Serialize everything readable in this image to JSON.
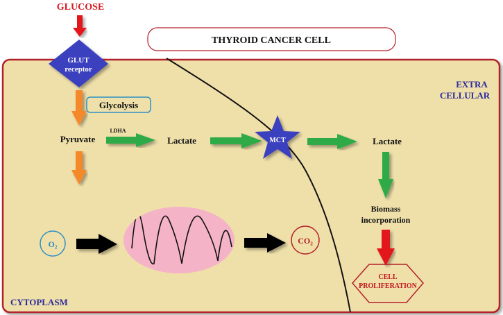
{
  "labels": {
    "glucose": "GLUCOSE",
    "title": "THYROID CANCER CELL",
    "glut_line1": "GLUT",
    "glut_line2": "receptor",
    "glycolysis": "Glycolysis",
    "pyruvate": "Pyruvate",
    "ldha": "LDHA",
    "lactate_inner": "Lactate",
    "mct": "MCT",
    "lactate_outer": "Lactate",
    "extra_line1": "EXTRA",
    "extra_line2": "CELLULAR",
    "biomass_line1": "Biomass",
    "biomass_line2": "incorporation",
    "o2": "O₂",
    "co2": "CO₂",
    "cell_line1": "CELL",
    "cell_line2": "PROLIFERATION",
    "cytoplasm": "CYTOPLASM"
  },
  "colors": {
    "cell_fill": "#efe0aa",
    "cell_border": "#b3202a",
    "red_arrow": "#e3141b",
    "orange_arrow": "#f5892a",
    "green_arrow": "#2eaa47",
    "blue_shape": "#3a3fbf",
    "dark_blue_text": "#2a2a9e",
    "mito_fill": "#f4b3c6",
    "o2_color": "#2d8fc4",
    "co2_color": "#b3202a",
    "hex_text": "#c0141b"
  }
}
